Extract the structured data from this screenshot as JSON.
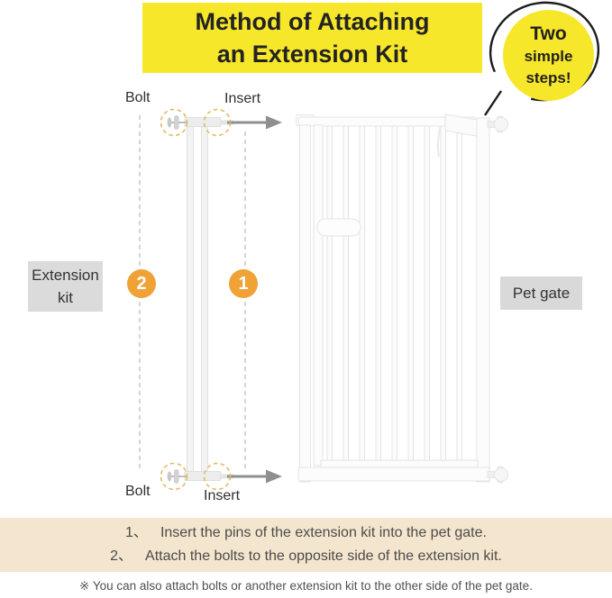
{
  "title": {
    "line1": "Method of Attaching",
    "line2": "an Extension Kit"
  },
  "badge": {
    "line1": "Two",
    "line2": "simple",
    "line3": "steps!"
  },
  "labels": {
    "bolt_top": "Bolt",
    "insert_top": "Insert",
    "bolt_bottom": "Bolt",
    "insert_bottom": "Insert",
    "extension_kit_line1": "Extension",
    "extension_kit_line2": "kit",
    "pet_gate": "Pet gate"
  },
  "step_markers": {
    "left_circle": "2",
    "right_circle": "1"
  },
  "instructions": {
    "steps": [
      {
        "num": "1、",
        "text": "Insert the pins of the extension kit into the pet gate."
      },
      {
        "num": "2、",
        "text": "Attach the bolts to the opposite side of the extension kit."
      }
    ],
    "note": "※ You can also attach bolts or another extension kit to the other side of the pet gate."
  },
  "colors": {
    "highlight_yellow": "#f7e72b",
    "step_orange": "#f0a236",
    "instruction_beige": "#f4e6ce",
    "plate_gray": "#dbdbdb",
    "dashed_circle_gold": "#e2bb60",
    "arrow_gray": "#8f8f8f"
  }
}
